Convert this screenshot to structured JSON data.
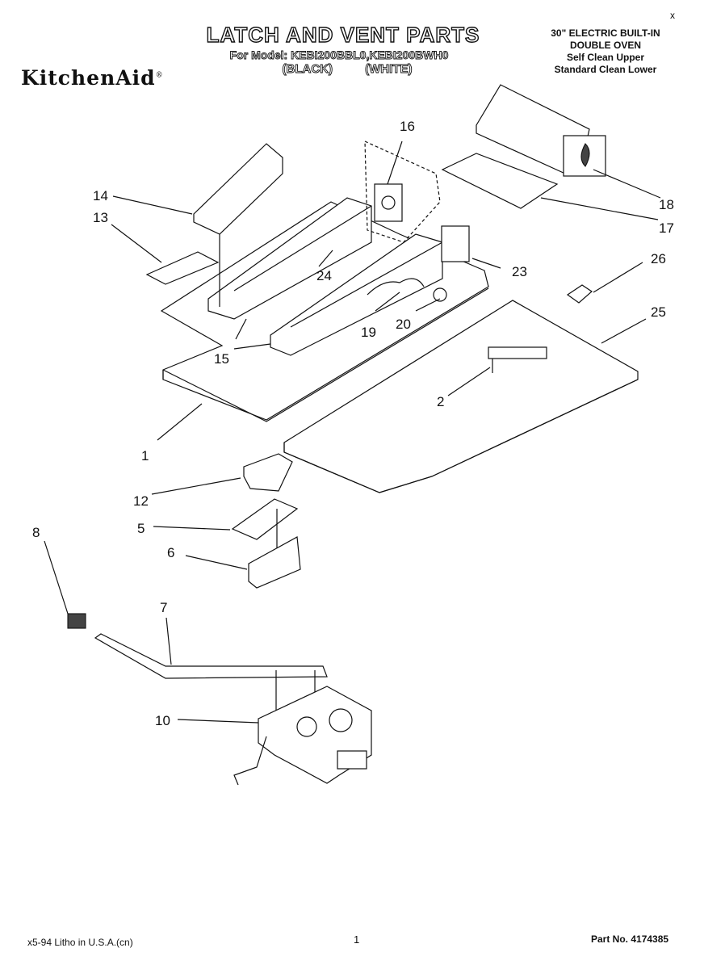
{
  "header": {
    "title": "LATCH AND VENT PARTS",
    "model_line": "For Model: KEBI200BBL0,KEBI200BWH0",
    "color_black": "(BLACK)",
    "color_white": "(WHITE)",
    "brand": "KitchenAid",
    "brand_mark": "®",
    "spec_lines": [
      "30\" ELECTRIC BUILT-IN",
      "DOUBLE OVEN",
      "Self Clean Upper",
      "Standard Clean Lower"
    ]
  },
  "callouts": [
    "1",
    "2",
    "5",
    "6",
    "7",
    "8",
    "10",
    "12",
    "13",
    "14",
    "15",
    "16",
    "17",
    "18",
    "19",
    "20",
    "23",
    "24",
    "25",
    "26"
  ],
  "footer": {
    "left": "5-94 Litho in U.S.A.(cn)",
    "left_mark": "x",
    "page": "1",
    "part_no": "Part No. 4174385"
  },
  "corner_mark": "x"
}
